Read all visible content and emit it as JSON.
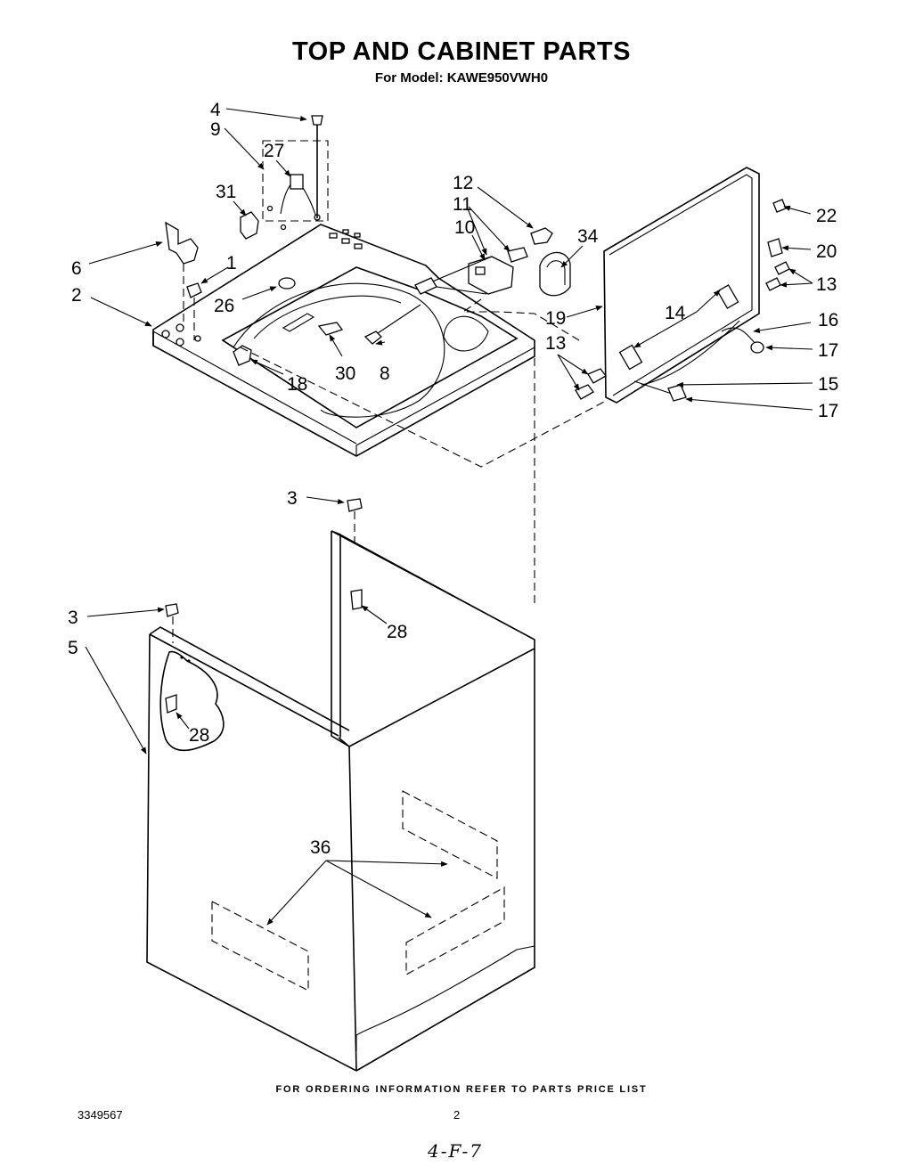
{
  "header": {
    "title": "TOP AND CABINET PARTS",
    "subtitle": "For Model: KAWE950VWH0"
  },
  "footer": {
    "ordering_note": "FOR ORDERING INFORMATION REFER TO PARTS PRICE LIST",
    "doc_number": "3349567",
    "page_number": "2",
    "handwritten_note": "4-F-7"
  },
  "callouts": [
    {
      "id": "c4",
      "text": "4"
    },
    {
      "id": "c9",
      "text": "9"
    },
    {
      "id": "c27",
      "text": "27"
    },
    {
      "id": "c31",
      "text": "31"
    },
    {
      "id": "c6",
      "text": "6"
    },
    {
      "id": "c1",
      "text": "1"
    },
    {
      "id": "c2",
      "text": "2"
    },
    {
      "id": "c26",
      "text": "26"
    },
    {
      "id": "c18",
      "text": "18"
    },
    {
      "id": "c30",
      "text": "30"
    },
    {
      "id": "c8",
      "text": "8"
    },
    {
      "id": "c12",
      "text": "12"
    },
    {
      "id": "c11",
      "text": "11"
    },
    {
      "id": "c10",
      "text": "10"
    },
    {
      "id": "c34",
      "text": "34"
    },
    {
      "id": "c22",
      "text": "22"
    },
    {
      "id": "c20",
      "text": "20"
    },
    {
      "id": "c13a",
      "text": "13"
    },
    {
      "id": "c14",
      "text": "14"
    },
    {
      "id": "c19",
      "text": "19"
    },
    {
      "id": "c16",
      "text": "16"
    },
    {
      "id": "c13b",
      "text": "13"
    },
    {
      "id": "c17a",
      "text": "17"
    },
    {
      "id": "c15",
      "text": "15"
    },
    {
      "id": "c17b",
      "text": "17"
    },
    {
      "id": "c3a",
      "text": "3"
    },
    {
      "id": "c28a",
      "text": "28"
    },
    {
      "id": "c3b",
      "text": "3"
    },
    {
      "id": "c5",
      "text": "5"
    },
    {
      "id": "c28b",
      "text": "28"
    },
    {
      "id": "c36",
      "text": "36"
    }
  ]
}
